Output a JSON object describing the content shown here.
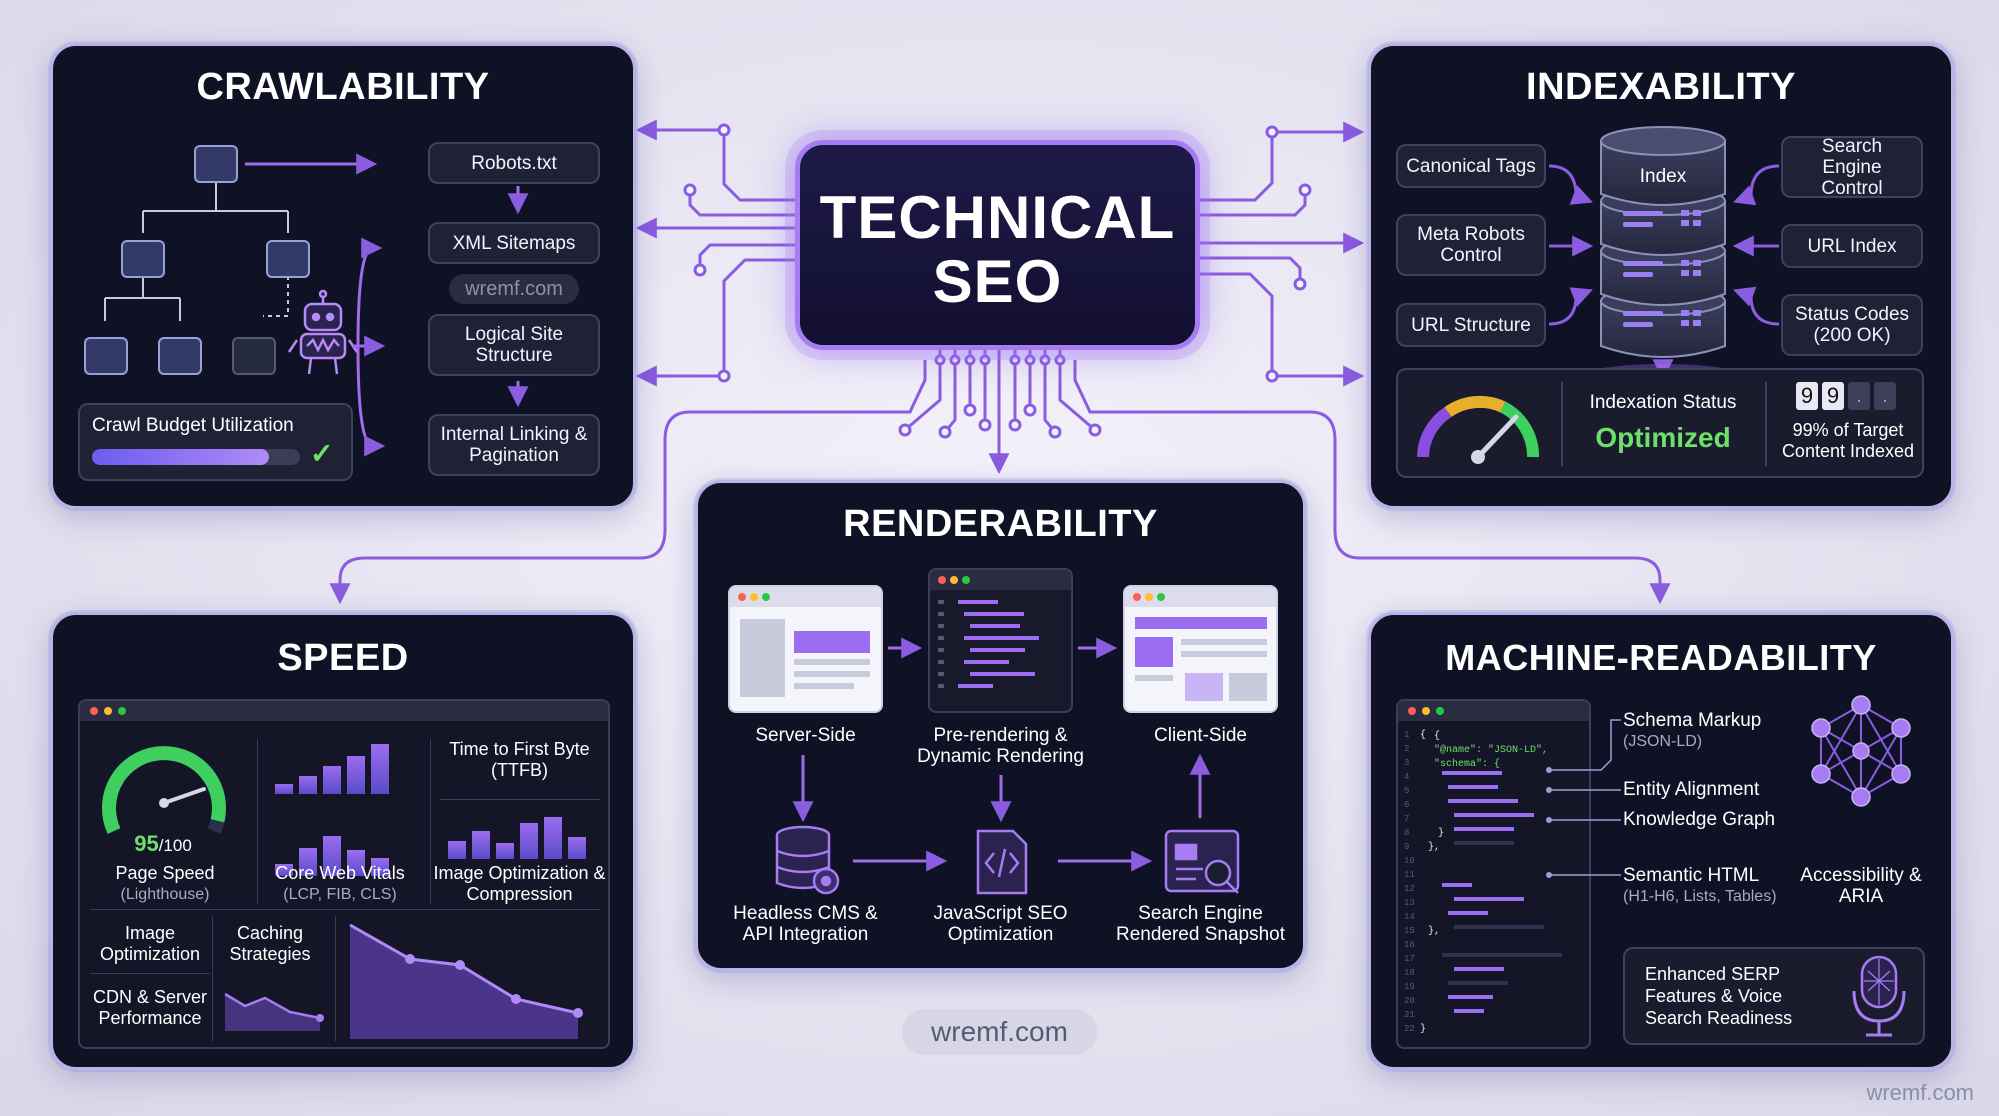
{
  "center": {
    "title_line1": "TECHNICAL",
    "title_line2": "SEO"
  },
  "crawl": {
    "title": "CRAWLABILITY",
    "items": [
      "Robots.txt",
      "XML Sitemaps",
      "Logical Site Structure",
      "Internal Linking & Pagination"
    ],
    "watermark": "wremf.com",
    "budget_label": "Crawl Budget Utilization",
    "budget_fill": 0.85
  },
  "index": {
    "title": "INDEXABILITY",
    "left_items": [
      "Canonical Tags",
      "Meta Robots Control",
      "URL Structure"
    ],
    "right_items": [
      "Search Engine Control",
      "URL Index",
      "Status Codes (200 OK)"
    ],
    "db_label": "Index",
    "status_label": "Indexation Status",
    "status_value": "Optimized",
    "counter_digits": [
      "9",
      "9",
      ".",
      "."
    ],
    "counter_text": "99% of Target Content Indexed",
    "colors": {
      "ok": "#6ee06a"
    }
  },
  "render": {
    "title": "RENDERABILITY",
    "top_labels": [
      "Server-Side",
      "Pre-rendering & Dynamic Rendering",
      "Client-Side"
    ],
    "bottom_labels": [
      "Headless CMS & API Integration",
      "JavaScript SEO Optimization",
      "Search Engine Rendered Snapshot"
    ]
  },
  "speed": {
    "title": "SPEED",
    "score": "95",
    "score_max": "/100",
    "score_fraction": 0.95,
    "page_speed": "Page Speed",
    "page_speed_sub": "(Lighthouse)",
    "cwv": "Core Web Vitals",
    "cwv_sub": "(LCP, FIB, CLS)",
    "ttfb": "Time to First Byte (TTFB)",
    "image_compression": "Image Optimization & Compression",
    "image_opt": "Image Optimization",
    "caching": "Caching Strategies",
    "cdn": "CDN & Server Performance"
  },
  "machine": {
    "title": "MACHINE-READABILITY",
    "code_lines": [
      "{",
      "\"@name\": \"JSON-LD\",",
      "\"schema\": {"
    ],
    "features": [
      {
        "label": "Schema Markup",
        "sub": "(JSON-LD)"
      },
      {
        "label": "Entity Alignment",
        "sub": ""
      },
      {
        "label": "Knowledge Graph",
        "sub": ""
      },
      {
        "label": "Semantic HTML",
        "sub": "(H1-H6, Lists, Tables)"
      }
    ],
    "accessibility": "Accessibility & ARIA",
    "serp": "Enhanced SERP Features & Voice Search Readiness"
  },
  "watermarks": {
    "center": "wremf.com",
    "corner": "wremf.com"
  }
}
